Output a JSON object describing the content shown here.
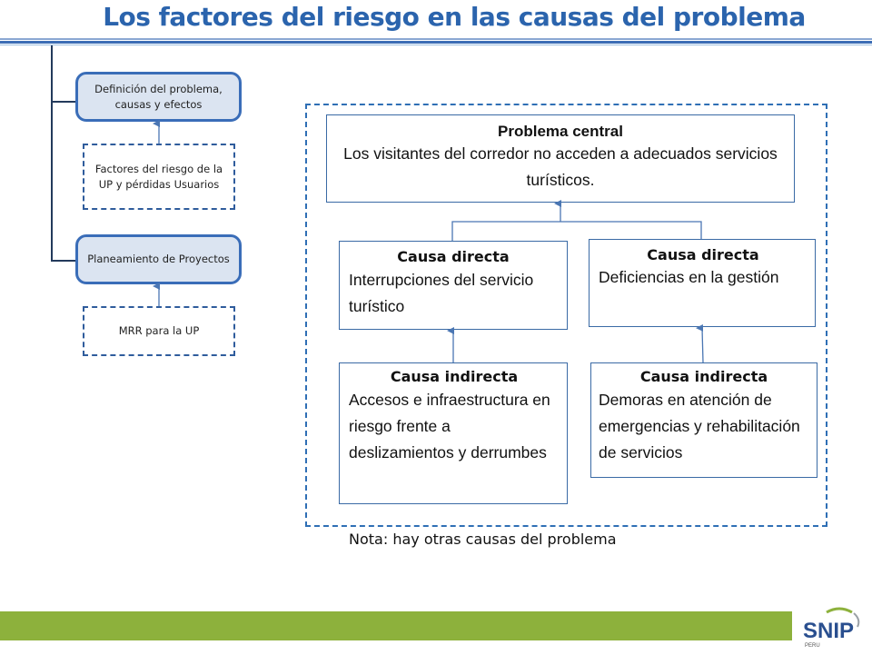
{
  "title": "Los factores del riesgo en las causas del problema",
  "left": {
    "box1": "Definición del problema, causas y efectos",
    "box2": "Factores del riesgo de la UP y pérdidas Usuarios",
    "box3": "Planeamiento de Proyectos",
    "box4": "MRR para la UP"
  },
  "central": {
    "heading": "Problema central",
    "text": "Los visitantes del corredor no acceden a adecuados servicios turísticos."
  },
  "causes": {
    "direct1": {
      "heading": "Causa directa",
      "text": "Interrupciones del servicio turístico"
    },
    "direct2": {
      "heading": "Causa directa",
      "text": "Deficiencias en la gestión"
    },
    "indirect1": {
      "heading": "Causa indirecta",
      "text": "Accesos e infraestructura en riesgo frente a deslizamientos y derrumbes"
    },
    "indirect2": {
      "heading": "Causa indirecta",
      "text": "Demoras en atención de emergencias y rehabilitación de servicios"
    }
  },
  "note": "Nota: hay otras causas del problema",
  "logo": {
    "text": "SNIP",
    "subtext": "PERU"
  },
  "colors": {
    "title": "#2b64ad",
    "accent": "#3a6db8",
    "footer": "#8db13c"
  }
}
